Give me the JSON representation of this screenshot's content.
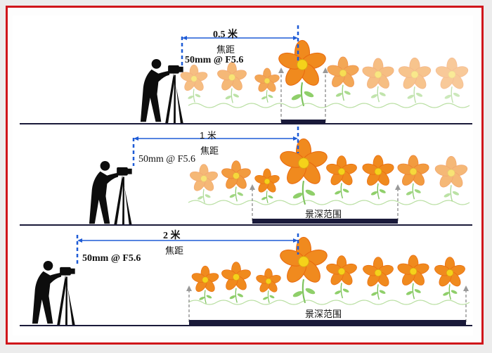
{
  "panels": [
    {
      "distance": "0.5 米",
      "focal_label": "焦距",
      "lens": "50mm @ F5.6",
      "dof_label": ""
    },
    {
      "distance": "1 米",
      "focal_label": "焦距",
      "lens": "50mm @ F5.6",
      "dof_label": "景深范围"
    },
    {
      "distance": "2 米",
      "focal_label": "焦距",
      "lens": "50mm @ F5.6",
      "dof_label": "景深范围"
    }
  ],
  "colors": {
    "frame": "#d0161b",
    "petal": "#f08a1e",
    "center": "#f5d21a",
    "dashed_line": "#1e5bd6",
    "arrow": "#999999",
    "ground": "#1a1a3a"
  }
}
